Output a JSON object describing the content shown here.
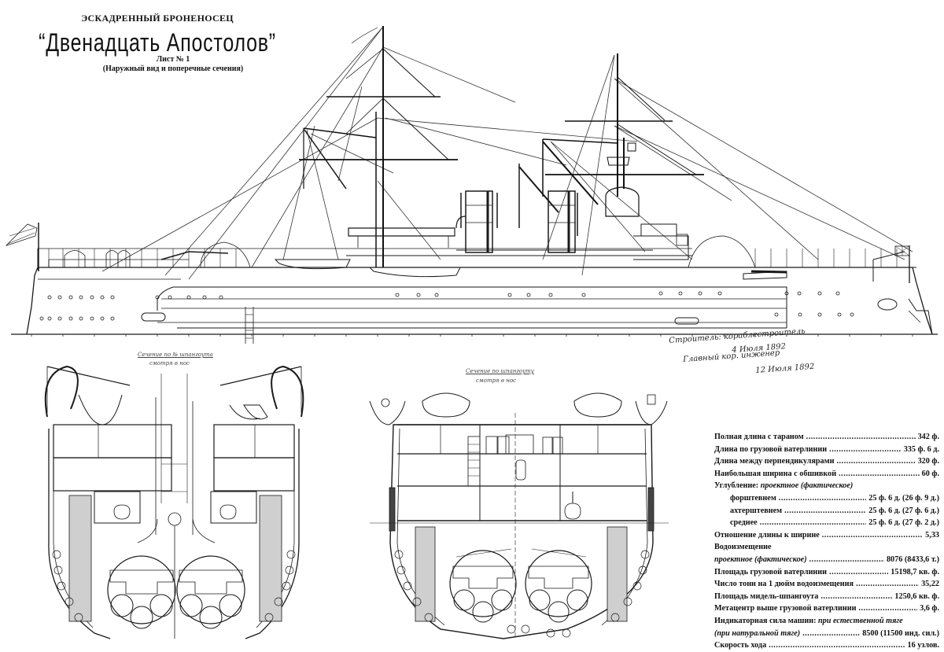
{
  "header": {
    "subtitle": "ЭСКАДРЕННЫЙ БРОНЕНОСЕЦ",
    "title": "“Двенадцать Апостолов”",
    "sheet": "Лист № 1",
    "description": "(Наружный вид и поперечные сечения)"
  },
  "drawing": {
    "profile_view": "side-elevation",
    "cross_sections": [
      {
        "label": "Сечение по № шпангоута",
        "sublabel": "смотря в нос"
      },
      {
        "label": "Сечение по шпангоуту",
        "sublabel": "смотря в нос"
      }
    ],
    "signatures": [
      {
        "line1": "Строитель: кораблестроитель",
        "line2": "4 Июля 1892"
      },
      {
        "line1": "Главный кор. инженер",
        "line2": "12 Июля 1892"
      }
    ]
  },
  "specs": {
    "rows": [
      {
        "label": "Полная длина с тараном",
        "value": "342 ф."
      },
      {
        "label": "Длина по грузовой ватерлинии",
        "value": "335 ф. 6 д."
      },
      {
        "label": "Длина между перпендикулярами",
        "value": "320 ф."
      },
      {
        "label": "Наибольшая ширина с обшивкой",
        "value": "60 ф."
      }
    ],
    "draft": {
      "label": "Углубление:",
      "note": "проектное (фактическое)",
      "rows": [
        {
          "label": "форштевнем",
          "value": "25 ф. 6 д. (26 ф. 9 д.)"
        },
        {
          "label": "ахтерштевнем",
          "value": "25 ф. 6 д. (27 ф. 6 д.)"
        },
        {
          "label": "среднее",
          "value": "25 ф. 6 д. (27 ф. 2 д.)"
        }
      ]
    },
    "ratio": {
      "label": "Отношение длины к ширине",
      "value": "5,33"
    },
    "displacement": {
      "label": "Водоизмещение",
      "note": "проектное (фактическое)",
      "value": "8076 (8433,6 т.)"
    },
    "rows2": [
      {
        "label": "Площадь грузовой ватерлинии",
        "value": "15198,7 кв. ф."
      },
      {
        "label": "Число тонн на 1 дюйм водоизмещения",
        "value": "35,22"
      },
      {
        "label": "Площадь мидель-шпангоута",
        "value": "1250,6 кв. ф."
      },
      {
        "label": "Метацентр выше грузовой ватерлинии",
        "value": "3,6 ф."
      }
    ],
    "power": {
      "label": "Индикаторная сила машин:",
      "note1": "при естественной тяге",
      "note2": "(при натуральной тяге)",
      "value": "8500 (11500 инд. сил.)"
    },
    "speed": {
      "label": "Скорость хода",
      "value": "16 узлов."
    }
  }
}
